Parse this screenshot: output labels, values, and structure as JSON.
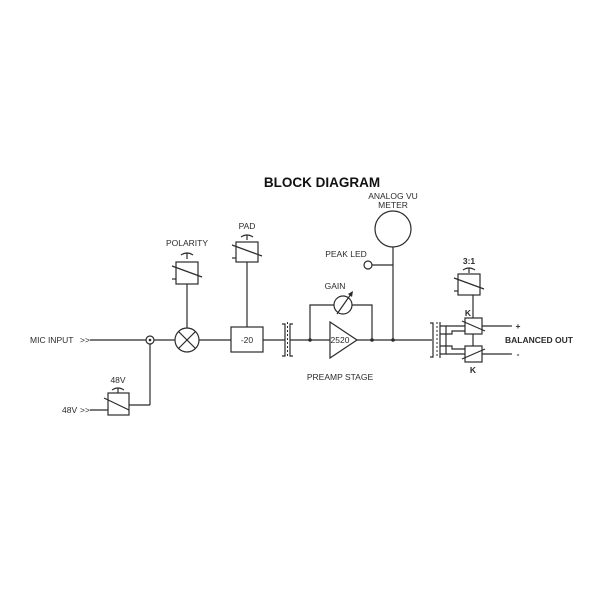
{
  "title": "BLOCK DIAGRAM",
  "labels": {
    "mic_input": "MIC INPUT",
    "mic_input_arrows": ">>",
    "phantom_input": "48V",
    "phantom_input_arrows": ">>",
    "phantom_switch": "48V",
    "polarity": "POLARITY",
    "pad": "PAD",
    "pad_value": "-20",
    "gain": "GAIN",
    "amplifier": "2520",
    "preamp_stage": "PREAMP STAGE",
    "vu_meter_line1": "ANALOG VU",
    "vu_meter_line2": "METER",
    "peak_led": "PEAK LED",
    "ratio_switch": "3:1",
    "relay_top": "K",
    "relay_bottom": "K",
    "plus": "+",
    "minus": "-",
    "balanced_out": "BALANCED OUT"
  },
  "colors": {
    "line": "#2b2b2b",
    "background": "#ffffff"
  }
}
